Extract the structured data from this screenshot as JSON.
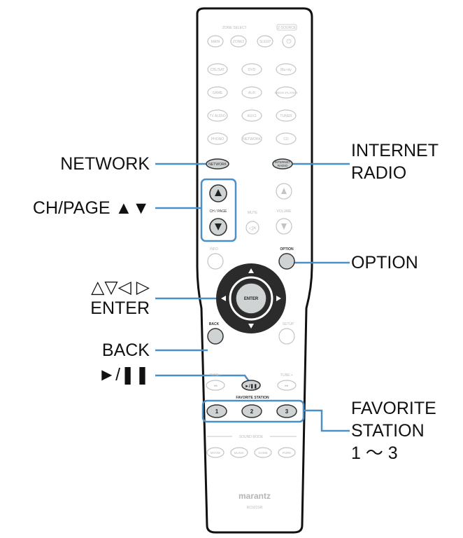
{
  "remote": {
    "header_small": "ZONE SELECT",
    "header_right": "Z-SOURCE",
    "top_buttons": [
      "MAIN",
      "ZONE2",
      "SLEEP",
      "⏻"
    ],
    "source_buttons": [
      [
        "CBL/SAT",
        "DVD",
        "Blu-ray"
      ],
      [
        "GAME",
        "AUX",
        "MEDIA PLAYER"
      ],
      [
        "TV AUDIO",
        "AUX2",
        "TUNER"
      ],
      [
        "PHONO",
        "NETWORK",
        "CD"
      ]
    ],
    "network_btn": "NETWORK",
    "inet_btn_line1": "INTERNET",
    "inet_btn_line2": "RADIO",
    "ch_page_label": "CH / PAGE",
    "mute_label": "MUTE",
    "volume_label": "VOLUME",
    "info_label": "INFO",
    "option_label": "OPTION",
    "enter_label": "ENTER",
    "back_label": "BACK",
    "setup_label": "SETUP",
    "tune_minus": "TUNE -",
    "tune_plus": "TUNE +",
    "play_pause": "►/❚❚",
    "favorite_label": "FAVORITE STATION",
    "fav_buttons": [
      "1",
      "2",
      "3"
    ],
    "sound_mode_label": "SOUND MODE",
    "sound_buttons": [
      "MOVIE",
      "MUSIC",
      "GAME",
      "PURE"
    ],
    "brand": "marantz",
    "model": "RC021SR"
  },
  "callouts": {
    "network": "NETWORK",
    "ch_page": "CH/PAGE ▲▼",
    "cursor": "△▽◁ ▷",
    "enter": "ENTER",
    "back": "BACK",
    "play_pause": "►/❚❚",
    "internet_radio_1": "INTERNET",
    "internet_radio_2": "RADIO",
    "option": "OPTION",
    "favorite_1": "FAVORITE",
    "favorite_2": "STATION",
    "favorite_3": "1 ～ 3"
  },
  "colors": {
    "callout_line": "#4a8fc7",
    "highlight_btn": "#cfd3d4",
    "faded": "#b9b9b9"
  }
}
